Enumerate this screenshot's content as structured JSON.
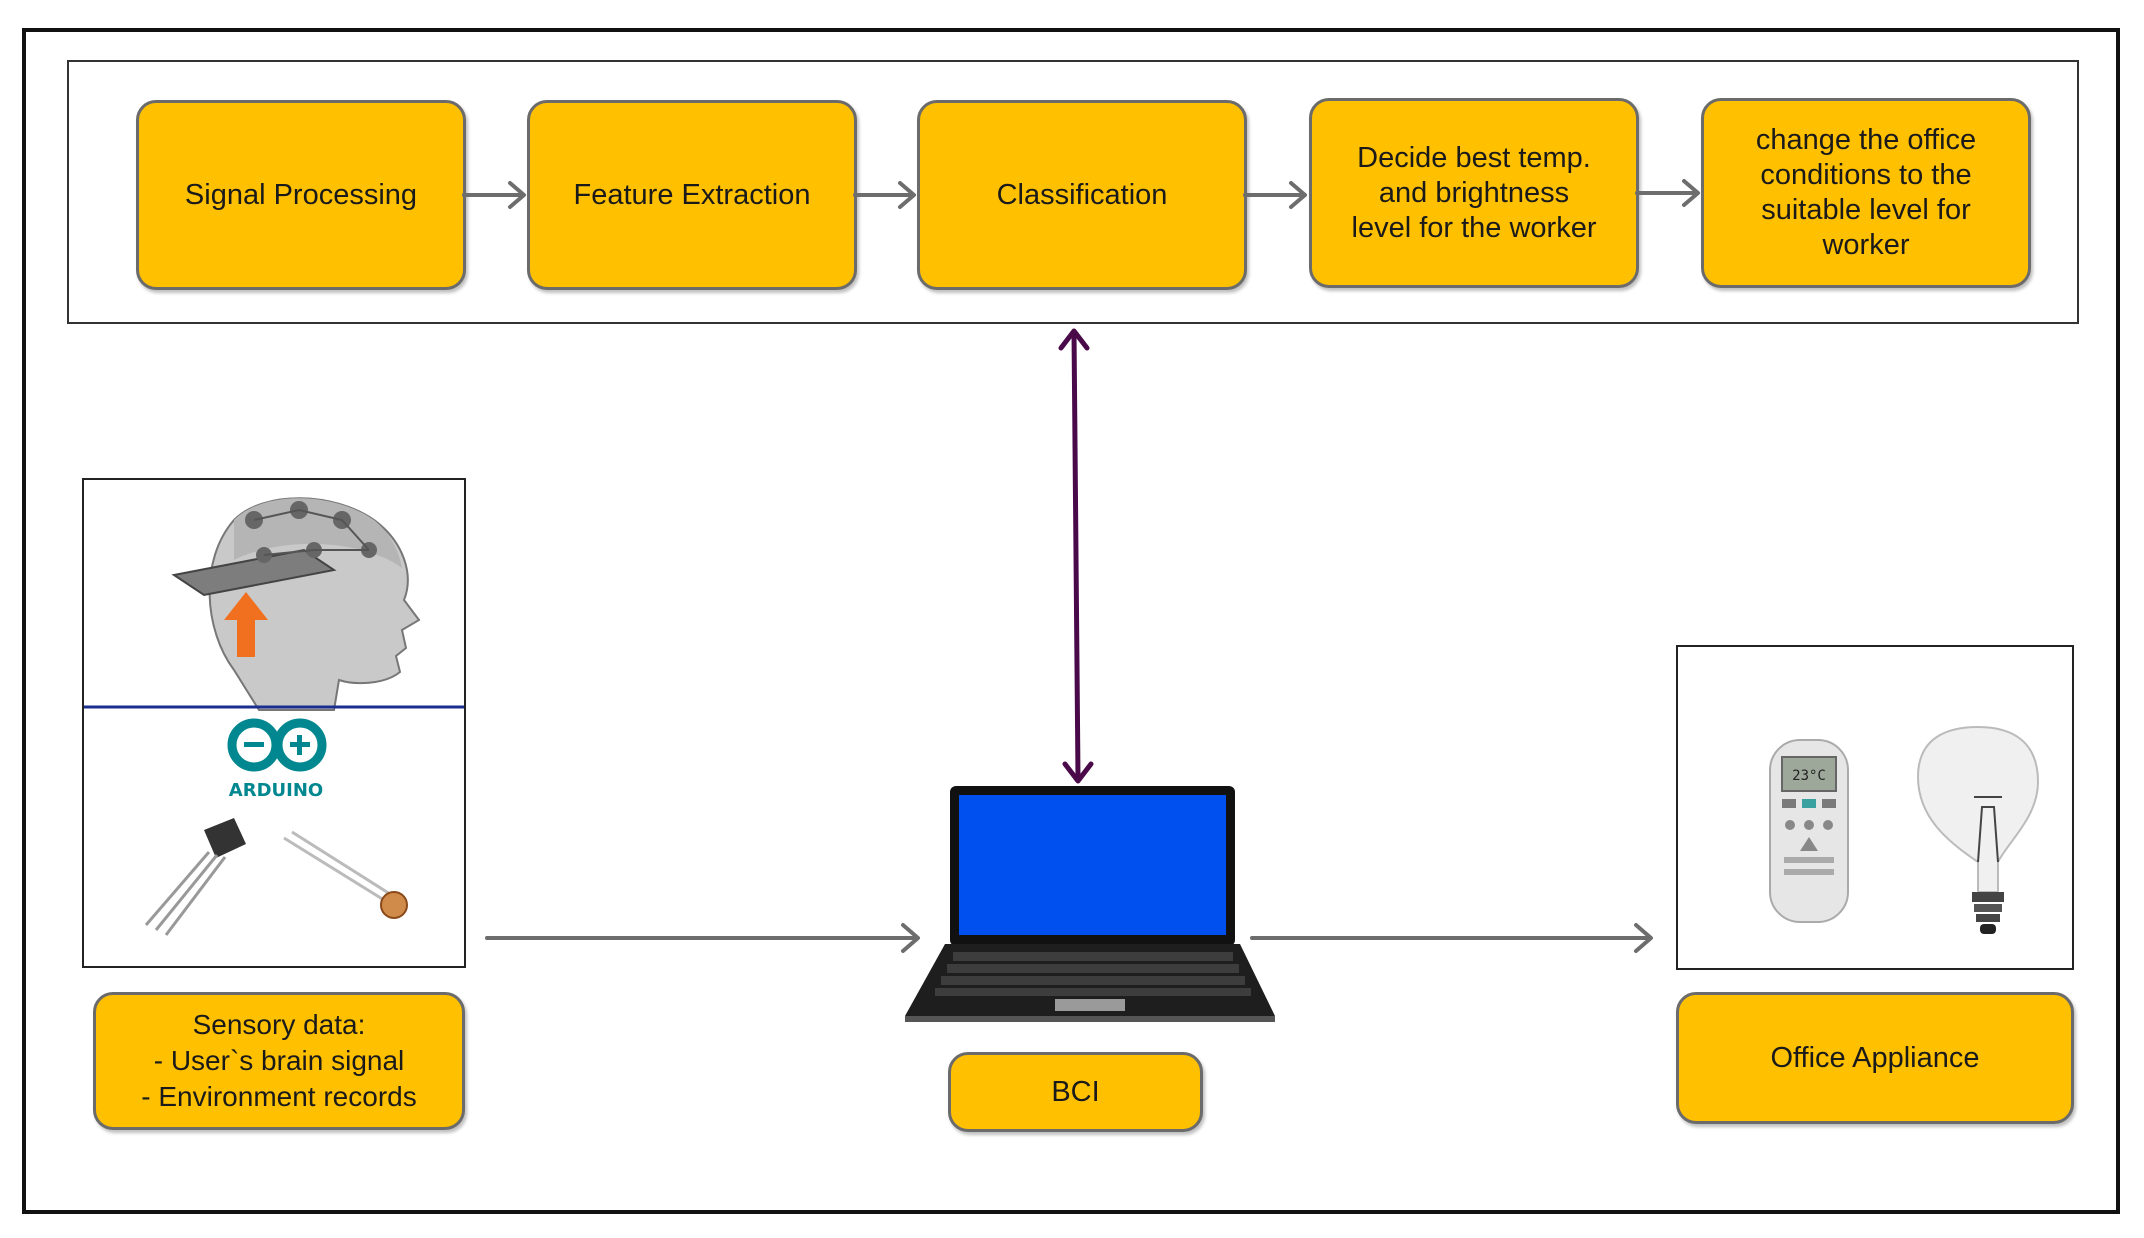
{
  "pipeline": {
    "steps": [
      "Signal Processing",
      "Feature Extraction",
      "Classification",
      "Decide best temp.\nand brightness\nlevel for the worker",
      "change the office\nconditions to the\nsuitable level for\nworker"
    ]
  },
  "sensors": {
    "arduino_logo_text": "ARDUINO",
    "label": "Sensory data:\n- User`s brain signal\n- Environment records"
  },
  "bci": {
    "label": "BCI"
  },
  "appliance": {
    "label": "Office Appliance",
    "remote_display": "23°C"
  },
  "colors": {
    "box_fill": "#ffc000",
    "arrow_gray": "#6d6d6d",
    "arrow_purple": "#4a0a4a",
    "screen_blue": "#0050f0",
    "arduino_teal": "#00878f"
  }
}
